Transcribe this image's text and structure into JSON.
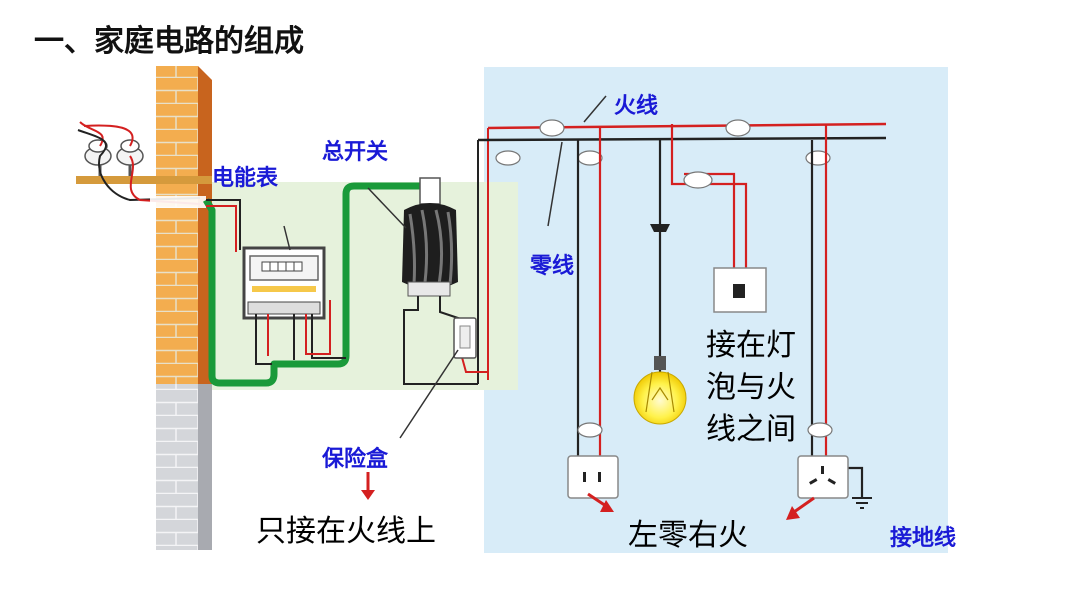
{
  "title": "一、家庭电路的组成",
  "labels": {
    "meter": "电能表",
    "main_switch": "总开关",
    "fuse_box": "保险盒",
    "live_wire": "火线",
    "neutral_wire": "零线",
    "ground_wire": "接地线"
  },
  "notes": {
    "fuse_note": "只接在火线上",
    "switch_note_line1": "接在灯",
    "switch_note_line2": "泡与火",
    "switch_note_line3": "线之间",
    "socket_note": "左零右火"
  },
  "colors": {
    "label_blue": "#1a1ad6",
    "live_red": "#d42020",
    "neutral_black": "#222222",
    "ground_green": "#1a9a3a",
    "wall_orange": "#f0a848",
    "panel_green": "#e6f2dc",
    "panel_blue": "#d8ecf8"
  }
}
